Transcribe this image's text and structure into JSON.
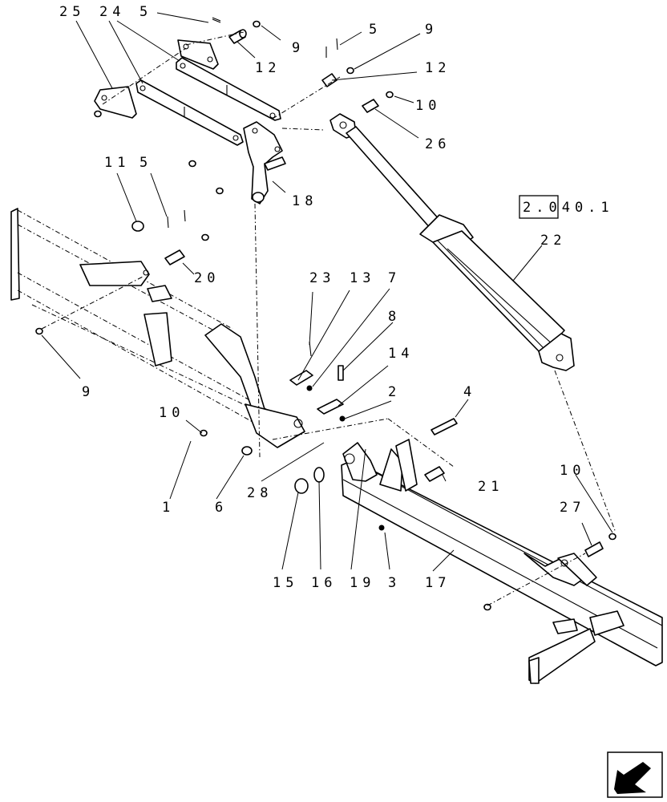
{
  "reference": "2.040.1",
  "labels": {
    "l25": "25",
    "l24": "24",
    "l5a": "5",
    "l9a": "9",
    "l12a": "12",
    "l5b": "5",
    "l9b": "9",
    "l12b": "12",
    "l10a": "10",
    "l26": "26",
    "l11": "11",
    "l5c": "5",
    "l18": "18",
    "l20": "20",
    "l22": "22",
    "l23": "23",
    "l13": "13",
    "l7": "7",
    "l8": "8",
    "l14": "14",
    "l2": "2",
    "l9c": "9",
    "l10b": "10",
    "l4": "4",
    "l1": "1",
    "l6": "6",
    "l28": "28",
    "l21": "21",
    "l10c": "10",
    "l27": "27",
    "l15": "15",
    "l16": "16",
    "l19": "19",
    "l3": "3",
    "l17": "17"
  },
  "icons": {
    "nav": "next-page-arrow-icon"
  }
}
